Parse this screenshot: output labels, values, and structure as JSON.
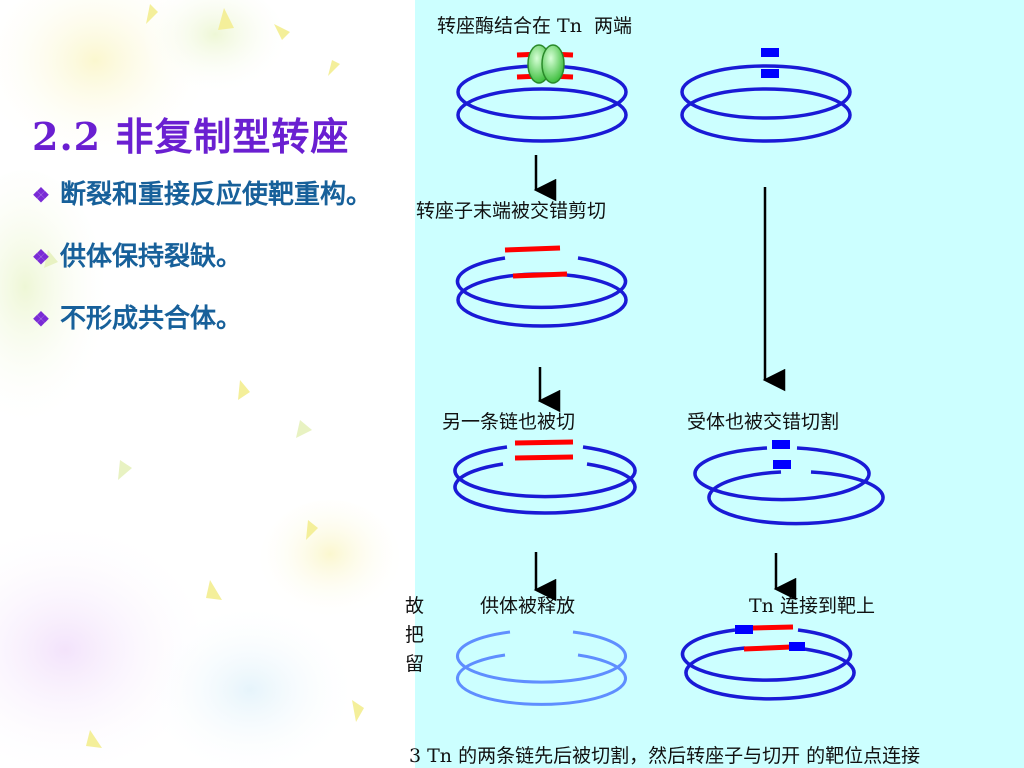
{
  "slide": {
    "title": "2.2 非复制型转座",
    "bullets": [
      {
        "bullet_icon": "diamond-cluster-icon",
        "text": "断裂和重接反应使靶重构。"
      },
      {
        "bullet_icon": "diamond-cluster-icon",
        "text": "供体保持裂缺。"
      },
      {
        "bullet_icon": "diamond-cluster-icon",
        "text": "不形成共合体。"
      }
    ]
  },
  "diagram": {
    "labels": {
      "step1": "转座酶结合在 Tn  两端",
      "step2": "转座子末端被交错剪切",
      "step3": "另一条链也被切",
      "step4": "受体也被交错切割",
      "step5": "供体被释放",
      "step6": "Tn 连接到靶上"
    },
    "cut_off_fragments": [
      "故",
      "把",
      "留"
    ],
    "caption": "3 Tn 的两条链先后被切割，然后转座子与切开 的靶位点连接"
  },
  "colors": {
    "panel_bg": "#ccffff",
    "title": "#6a1fd1",
    "bullet_text": "#17609a",
    "ring": "#1a1ad6",
    "ring_faded": "#4d7bff",
    "transposon": "#ff0000",
    "target_site": "#0000ff",
    "enzyme": "#5cd65c"
  }
}
